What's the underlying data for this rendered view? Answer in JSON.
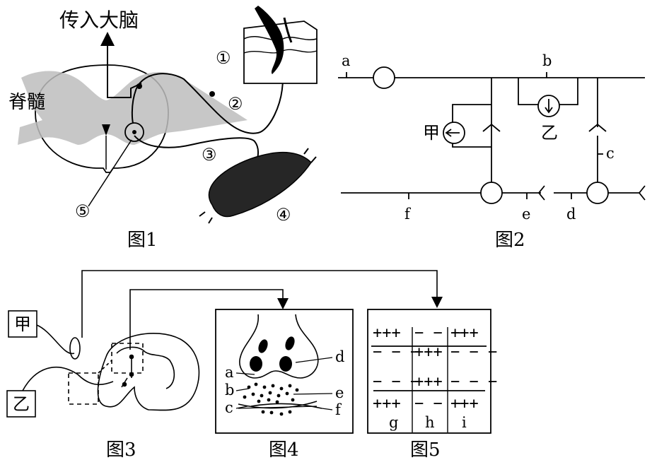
{
  "fig1": {
    "caption": "图1",
    "brain_label": "传入大脑",
    "spinal_label": "脊髓",
    "markers": [
      "①",
      "②",
      "③",
      "④",
      "⑤"
    ]
  },
  "fig2": {
    "caption": "图2",
    "points": [
      "a",
      "b",
      "c",
      "d",
      "e",
      "f"
    ],
    "meters": [
      "甲",
      "乙"
    ]
  },
  "fig3": {
    "caption": "图3",
    "meters": [
      "甲",
      "乙"
    ]
  },
  "fig4": {
    "caption": "图4",
    "labels": [
      "a",
      "b",
      "c",
      "d",
      "e",
      "f"
    ]
  },
  "fig5": {
    "caption": "图5",
    "rows": [
      [
        "+++",
        "− − −",
        "+++"
      ],
      [
        "− − −",
        "+++",
        "− − −"
      ],
      [
        "− − −",
        "+++",
        "− − −"
      ],
      [
        "+++",
        "− − −",
        "+++"
      ]
    ],
    "regions": [
      "g",
      "h",
      "i"
    ]
  }
}
